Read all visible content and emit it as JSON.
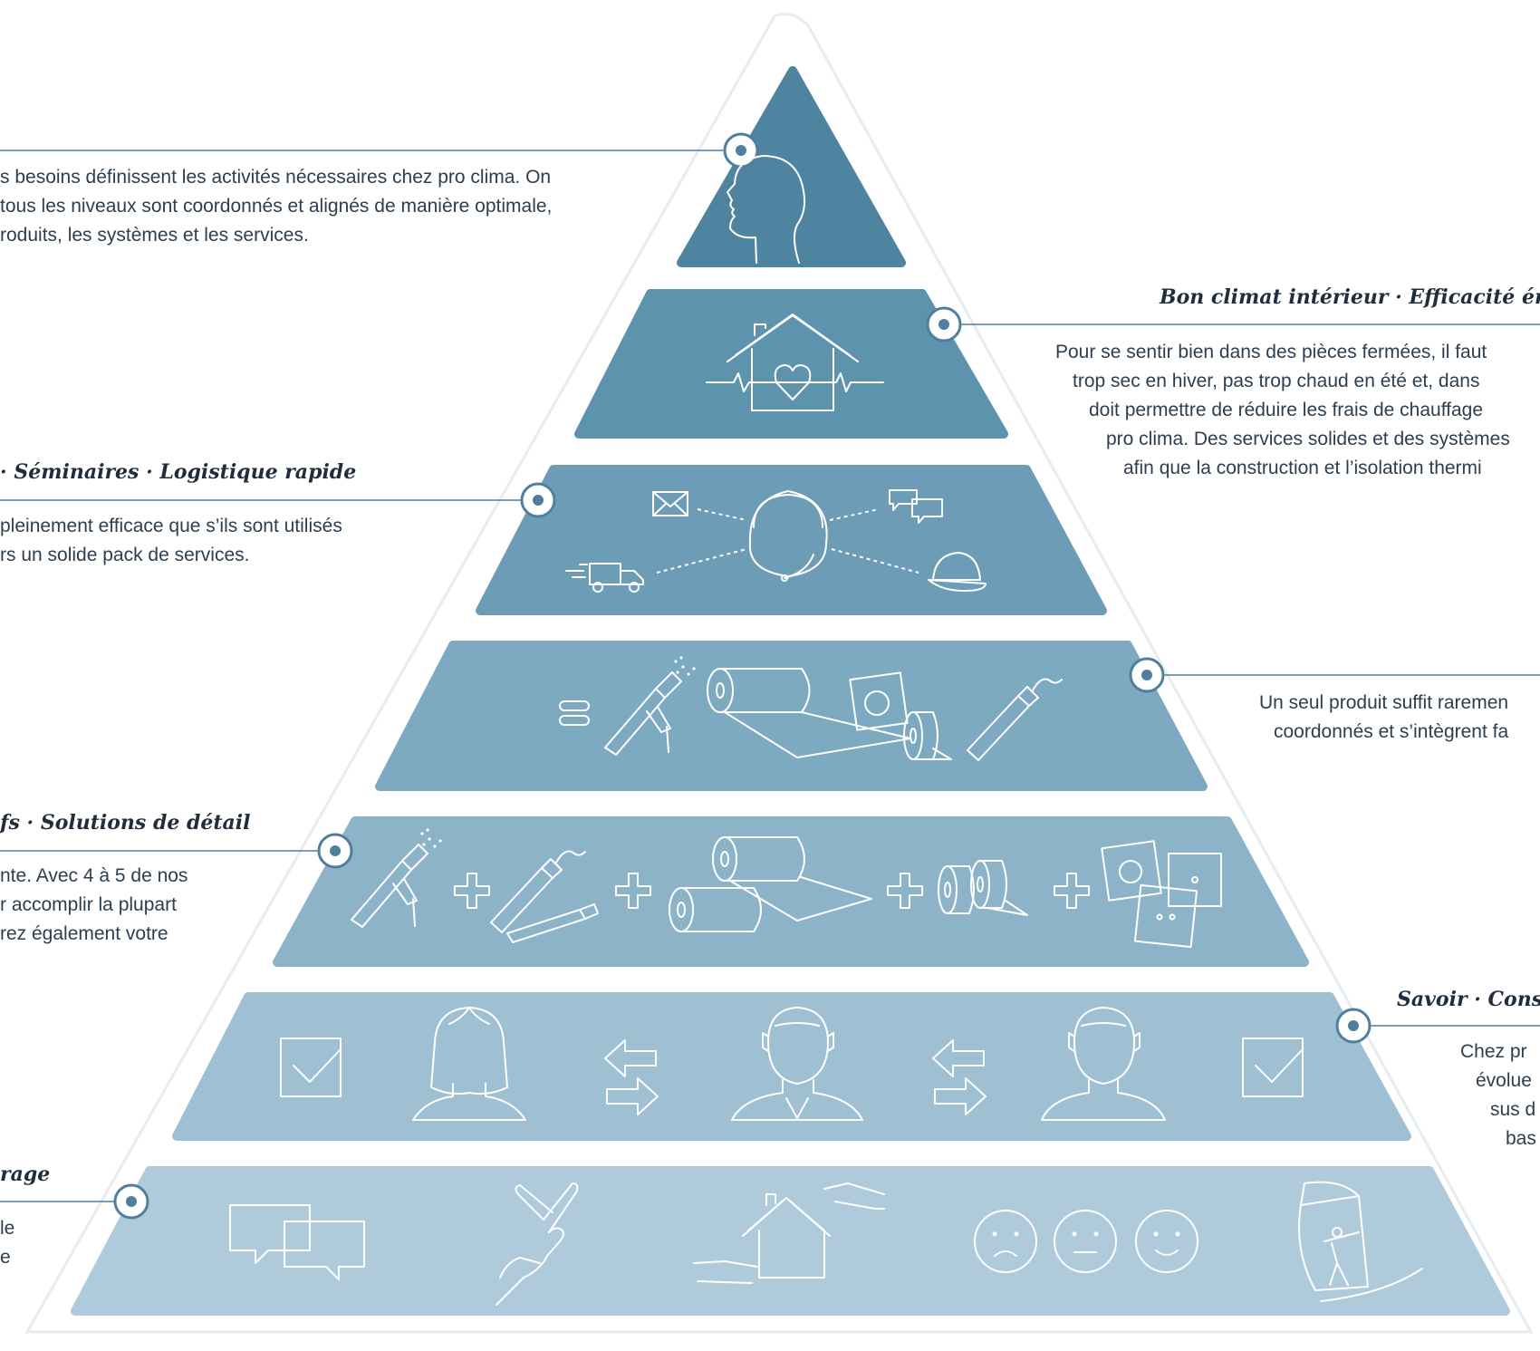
{
  "colors": {
    "tier1": "#4e849f",
    "tier2": "#5e93ae",
    "tier3": "#6d9db6",
    "tier4": "#7da9c1",
    "tier5": "#8db3c9",
    "tier6": "#9fc0d3",
    "tier7": "#aecadb",
    "outline": "#e6ecf0",
    "line": "#4f7f9d",
    "text": "#2c3e50"
  },
  "left": {
    "t1_lines": [
      "s besoins définissent les activités nécessaires chez pro clima. On",
      "tous les niveaux sont coordonnés et alignés de manière optimale,",
      "roduits, les systèmes et les services."
    ],
    "t3_heading": "· Séminaires · Logistique rapide",
    "t3_lines": [
      "pleinement efficace que s’ils sont utilisés",
      "rs un solide pack de services."
    ],
    "t5_heading": "fs · Solutions de détail",
    "t5_lines": [
      "nte. Avec 4 à 5 de nos",
      "r accomplir la plupart",
      "rez également votre"
    ],
    "t7_heading": "rage",
    "t7_lines": [
      "le",
      "e"
    ]
  },
  "right": {
    "t2_heading": "Bon climat intérieur · Efficacité énerg",
    "t2_lines": [
      "Pour se sentir bien dans des pièces fermées, il faut",
      "trop sec en hiver, pas trop chaud en été et, dans",
      "doit permettre de réduire les frais de chauffage",
      "pro clima. Des services solides et des systèmes",
      "afin que la construction et l’isolation thermi"
    ],
    "t4_lines": [
      "Un seul produit suffit raremen",
      "coordonnés et s’intègrent fa"
    ],
    "t6_heading": "Savoir · Const",
    "t6_lines": [
      "Chez pr",
      "évolue",
      "sus d",
      "bas"
    ]
  }
}
